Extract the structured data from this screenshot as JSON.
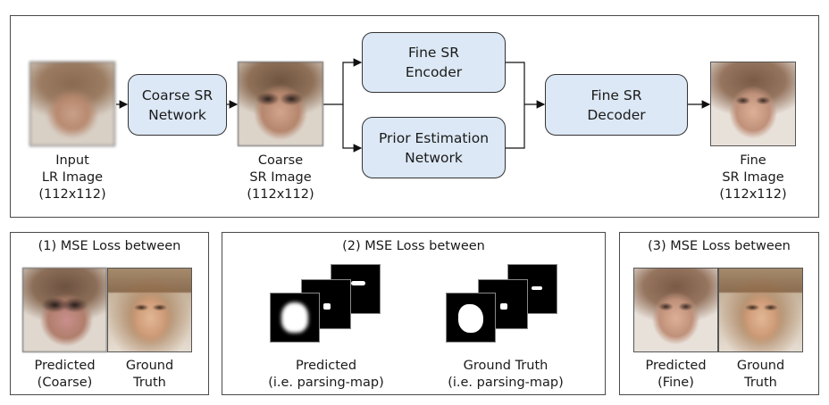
{
  "pipeline": {
    "coarse_sr_network": "Coarse SR\nNetwork",
    "fine_sr_encoder": "Fine SR\nEncoder",
    "prior_estimation_network": "Prior Estimation\nNetwork",
    "fine_sr_decoder": "Fine SR\nDecoder",
    "input_caption": "Input\nLR Image\n(112x112)",
    "coarse_caption": "Coarse\nSR Image\n(112x112)",
    "fine_caption": "Fine\nSR Image\n(112x112)"
  },
  "loss1": {
    "title": "(1) MSE Loss between",
    "predicted": "Predicted\n(Coarse)",
    "ground_truth": "Ground\nTruth"
  },
  "loss2": {
    "title": "(2) MSE Loss between",
    "predicted": "Predicted\n(i.e. parsing-map)",
    "ground_truth": "Ground Truth\n(i.e. parsing-map)"
  },
  "loss3": {
    "title": "(3) MSE Loss between",
    "predicted": "Predicted\n(Fine)",
    "ground_truth": "Ground\nTruth"
  },
  "colors": {
    "node_fill": "#dce8f5",
    "border": "#333333"
  }
}
